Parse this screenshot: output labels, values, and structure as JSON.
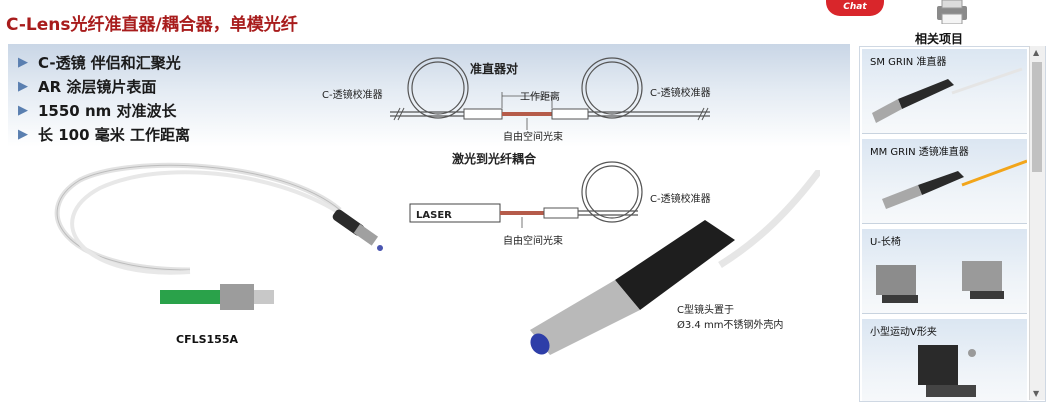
{
  "page": {
    "title": "C-Lens光纤准直器/耦合器，单模光纤"
  },
  "features": [
    "C-透镜 伴侣和汇聚光",
    "AR 涂层镜片表面",
    "1550 nm 对准波长",
    "长 100 毫米 工作距离"
  ],
  "diagram_top": {
    "heading": "准直器对",
    "left_label": "C-透镜校准器",
    "right_label": "C-透镜校准器",
    "gap_label": "工作距离",
    "beam_label": "自由空间光束"
  },
  "diagram_bottom": {
    "heading": "激光到光纤耦合",
    "laser_label": "LASER",
    "right_label": "C-透镜校准器",
    "beam_label": "自由空间光束"
  },
  "product": {
    "part_number": "CFLS155A",
    "lens_caption_line1": "C型镜头置于",
    "lens_caption_line2": "Ø3.4 mm不锈钢外壳内"
  },
  "toolbar": {
    "chat_label": "Chat"
  },
  "related": {
    "title": "相关项目",
    "items": [
      "SM GRIN 准直器",
      "MM GRIN 透镜准直器",
      "U-长椅",
      "小型运动V形夹"
    ]
  },
  "colors": {
    "title_red": "#a81c1c",
    "bullet_blue": "#5a7fb0",
    "fc_connector_green": "#2aa24a",
    "mm_fiber_orange": "#f2a51a"
  }
}
